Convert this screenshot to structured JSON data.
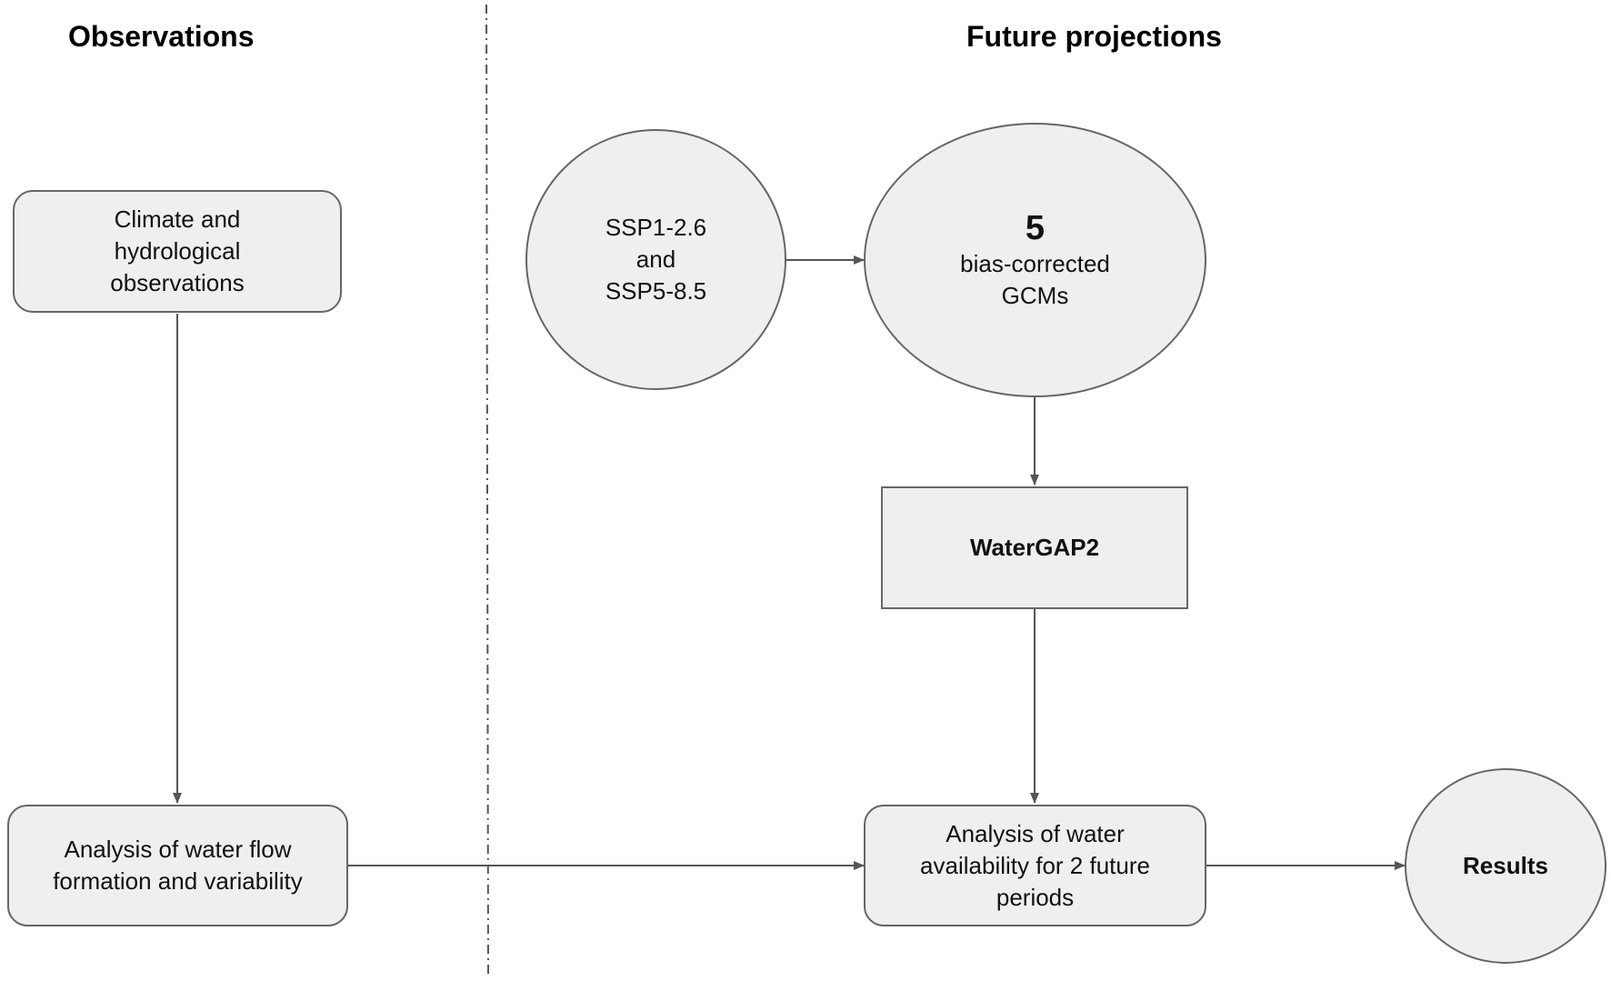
{
  "headings": {
    "left": "Observations",
    "right": "Future projections"
  },
  "nodes": {
    "climate_obs": "Climate and\nhydrological\nobservations",
    "analysis_flow": "Analysis of water flow\nformation and variability",
    "ssp": "SSP1-2.6\nand\nSSP5-8.5",
    "gcm_count": "5",
    "gcm_label": "bias-corrected\nGCMs",
    "watergap": "WaterGAP2",
    "analysis_future": "Analysis of water\navailability for 2 future\nperiods",
    "results": "Results"
  },
  "colors": {
    "node_fill": "#efefef",
    "node_stroke": "#666666",
    "arrow": "#555555"
  }
}
